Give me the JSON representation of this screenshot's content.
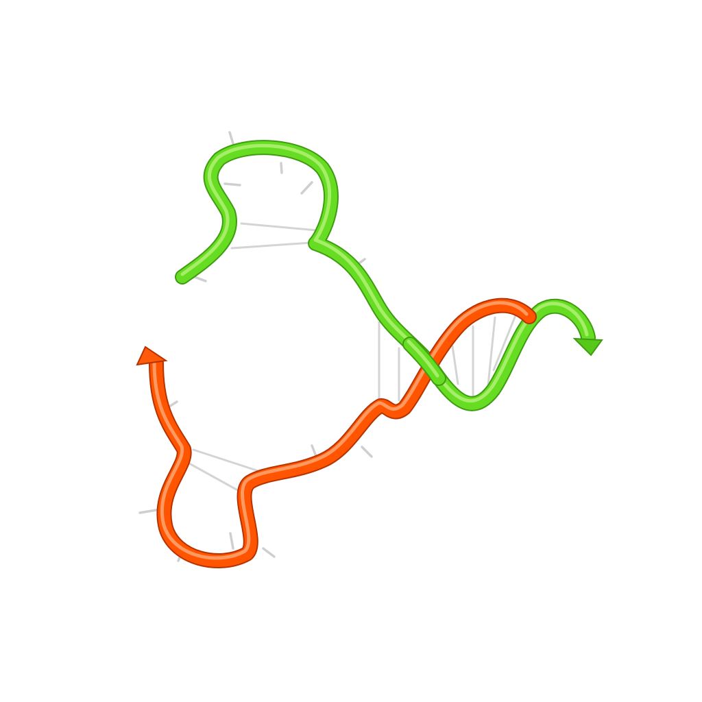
{
  "scene": {
    "background": "#ffffff",
    "subject": "nucleic-acid-duplex-cartoon"
  },
  "strands": [
    {
      "id": "strand-a",
      "color": "#66dd22",
      "highlight": "#b6f27a",
      "shadow": "#3f9c10",
      "end_marker": "arrow-head"
    },
    {
      "id": "strand-b",
      "color": "#ff5500",
      "highlight": "#ffb080",
      "shadow": "#b83200",
      "end_marker": "arrow-head"
    }
  ],
  "base_pairs": {
    "color": "#d4d4d4",
    "style": "thin-rods"
  },
  "unpaired_bases": {
    "color": "#cfcfcf",
    "style": "short-stubs"
  }
}
